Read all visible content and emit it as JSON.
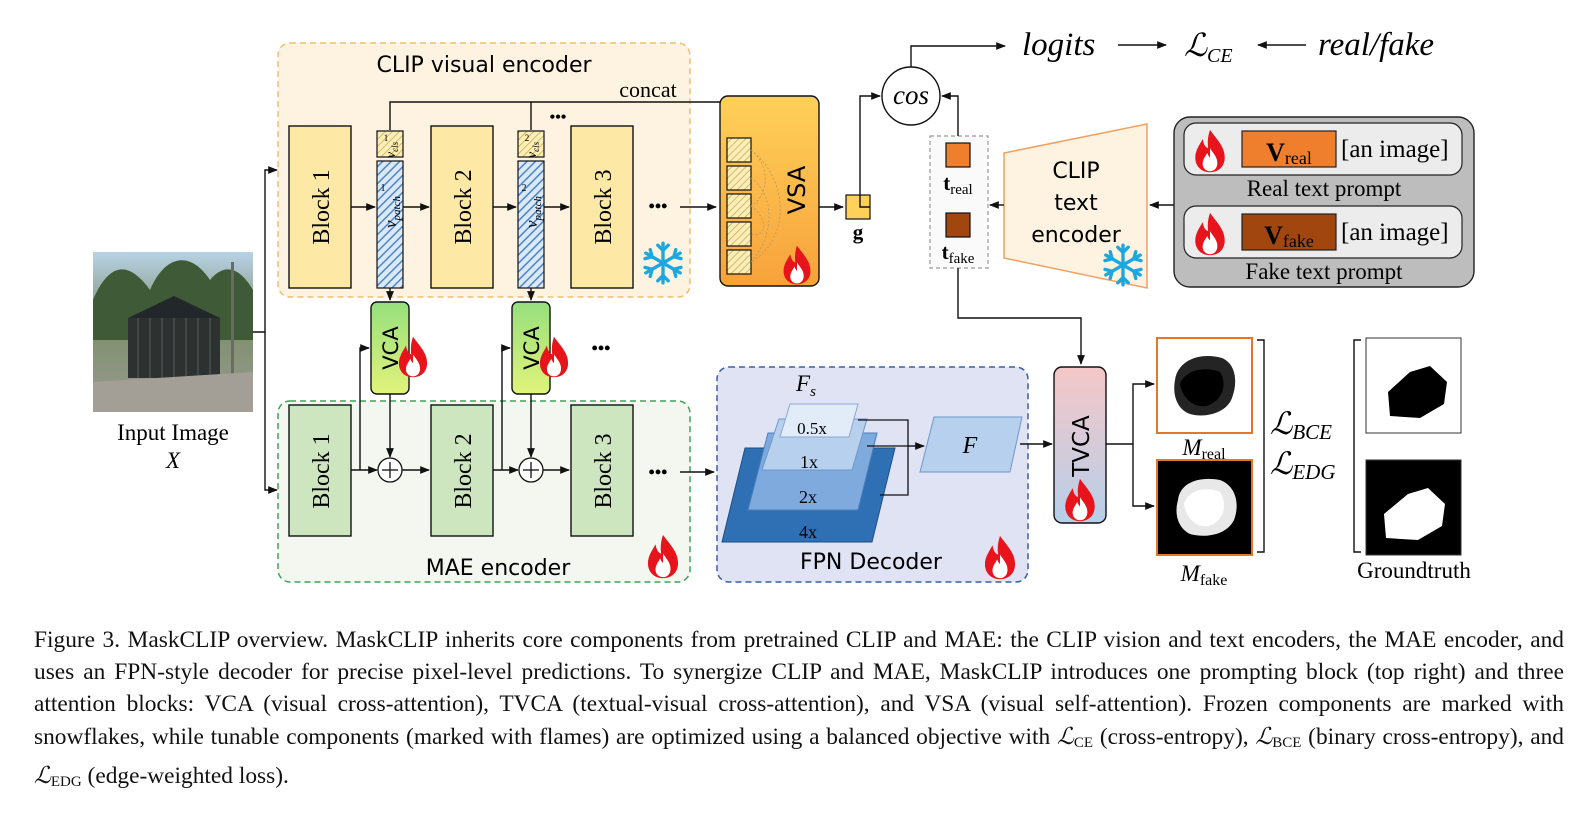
{
  "clip_visual_encoder": {
    "title": "CLIP visual encoder",
    "concat_label": "concat",
    "blocks": [
      "Block 1",
      "Block 2",
      "Block 3"
    ],
    "cls_tokens": [
      "v",
      "v"
    ],
    "cls_sub": [
      "cls",
      "cls"
    ],
    "cls_sup": [
      "1",
      "2"
    ],
    "patch_tokens": [
      "v",
      "v"
    ],
    "patch_sub": [
      "patch",
      "patch"
    ],
    "patch_sup": [
      "1",
      "2"
    ],
    "ellipsis": "•••"
  },
  "vsa": {
    "label": "VSA",
    "output_label": "g"
  },
  "cos_label": "cos",
  "top_flow": {
    "logits": "logits",
    "loss": "ℒ",
    "loss_sub": "CE",
    "target": "real/fake"
  },
  "text_features": {
    "real": "t",
    "real_sub": "real",
    "fake": "t",
    "fake_sub": "fake"
  },
  "clip_text_encoder": {
    "lines": [
      "CLIP",
      "text",
      "encoder"
    ]
  },
  "prompts": {
    "real_token": "V",
    "real_token_sub": "real",
    "real_rest": "[an image]",
    "real_caption": "Real text prompt",
    "fake_token": "V",
    "fake_token_sub": "fake",
    "fake_rest": "[an image]",
    "fake_caption": "Fake text prompt"
  },
  "vca_label": "VCA",
  "input": {
    "label": "Input Image",
    "symbol": "X"
  },
  "mae_encoder": {
    "title": "MAE encoder",
    "blocks": [
      "Block 1",
      "Block 2",
      "Block 3"
    ]
  },
  "fpn": {
    "title": "FPN Decoder",
    "fs": "F",
    "fs_sub": "s",
    "scales": [
      "0.5x",
      "1x",
      "2x",
      "4x"
    ],
    "f_label": "F"
  },
  "tvca_label": "TVCA",
  "masks": {
    "real": "M",
    "real_sub": "real",
    "fake": "M",
    "fake_sub": "fake"
  },
  "losses": {
    "bce": "ℒ",
    "bce_sub": "BCE",
    "edg": "ℒ",
    "edg_sub": "EDG"
  },
  "groundtruth_label": "Groundtruth",
  "caption": {
    "fig": "Figure 3.",
    "p1": " MaskCLIP overview. MaskCLIP inherits core components from pretrained CLIP and MAE: the CLIP vision and text encoders, the MAE encoder, and uses an FPN-style decoder for precise pixel-level predictions. To synergize CLIP and MAE, MaskCLIP introduces one prompting block (top right) and three attention blocks: VCA (visual cross-attention), TVCA (textual-visual cross-attention), and VSA (visual self-attention). Frozen components are marked with snowflakes, while tunable components (marked with flames) are optimized using a balanced objective with ",
    "ce_sub": "CE",
    "p2": " (cross-entropy), ",
    "bce_sub": "BCE",
    "p3": " (binary cross-entropy), and ",
    "edg_sub": "EDG",
    "p4": " (edge-weighted loss).",
    "script_l": "ℒ"
  },
  "colors": {
    "clip_bg": "#fdf3e0",
    "block_yellow": "#fde8a6",
    "mae_bg": "#f4f7f0",
    "block_green": "#cde6c0",
    "fpn_bg": "#dfe3f4",
    "flame": "#e8141b",
    "snow": "#1ba7e0",
    "real_token": "#ef7f2c",
    "fake_token": "#a0460e"
  }
}
